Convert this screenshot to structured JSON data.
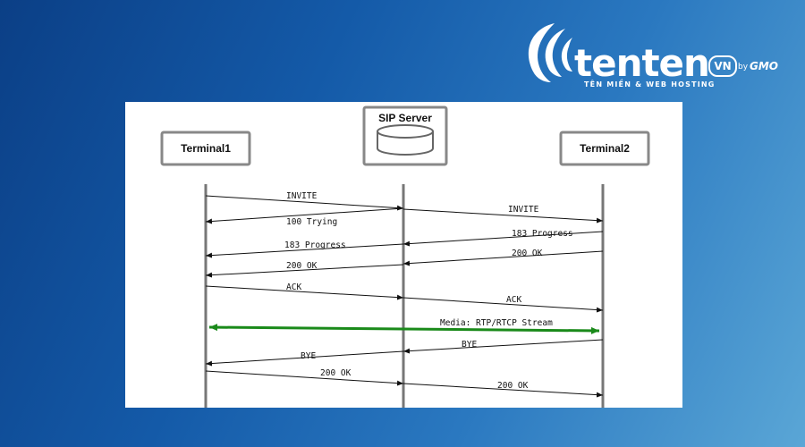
{
  "brand": {
    "wordmark": "tenten",
    "suffix": "VN",
    "tagline": "TÊN MIỀN & WEB HOSTING",
    "by": "by",
    "company": "GMO"
  },
  "diagram": {
    "entities": [
      {
        "id": "t1",
        "label": "Terminal1"
      },
      {
        "id": "srv",
        "label": "SIP Server"
      },
      {
        "id": "t2",
        "label": "Terminal2"
      }
    ],
    "messages": [
      {
        "label": "INVITE",
        "from": "t1",
        "to": "srv"
      },
      {
        "label": "INVITE",
        "from": "srv",
        "to": "t2"
      },
      {
        "label": "100 Trying",
        "from": "srv",
        "to": "t1"
      },
      {
        "label": "183 Progress",
        "from": "t2",
        "to": "srv"
      },
      {
        "label": "183 Progress",
        "from": "srv",
        "to": "t1"
      },
      {
        "label": "200 OK",
        "from": "t2",
        "to": "srv"
      },
      {
        "label": "200 OK",
        "from": "srv",
        "to": "t1"
      },
      {
        "label": "ACK",
        "from": "t1",
        "to": "srv"
      },
      {
        "label": "ACK",
        "from": "srv",
        "to": "t2"
      },
      {
        "label": "Media: RTP/RTCP Stream",
        "from": "t1",
        "to": "t2",
        "bidirectional": true,
        "color": "#1a8a1a"
      },
      {
        "label": "BYE",
        "from": "t2",
        "to": "srv"
      },
      {
        "label": "BYE",
        "from": "srv",
        "to": "t1"
      },
      {
        "label": "200 OK",
        "from": "t1",
        "to": "srv"
      },
      {
        "label": "200 OK",
        "from": "srv",
        "to": "t2"
      }
    ]
  }
}
